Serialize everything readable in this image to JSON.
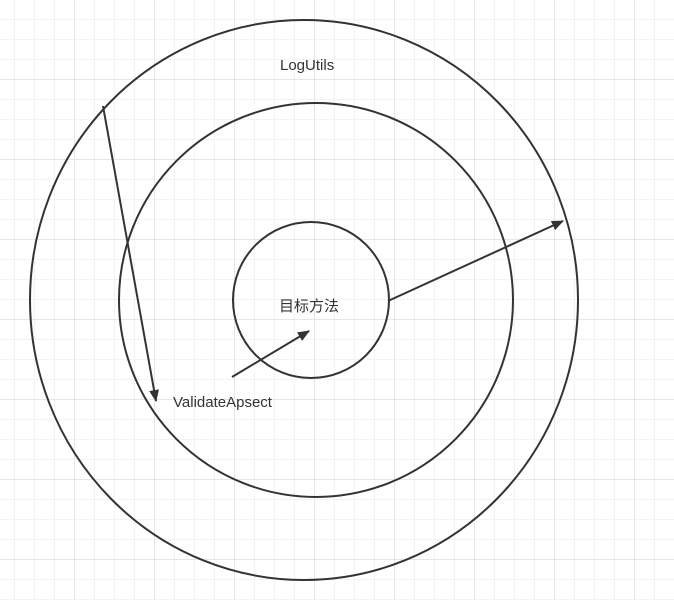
{
  "diagram": {
    "outer_ring_label": "LogUtils",
    "middle_ring_label": "ValidateApsect",
    "inner_circle_label": "目标方法",
    "stroke_color": "#333333",
    "background_color": "#ffffff",
    "grid_color": "#e6e6e6"
  }
}
